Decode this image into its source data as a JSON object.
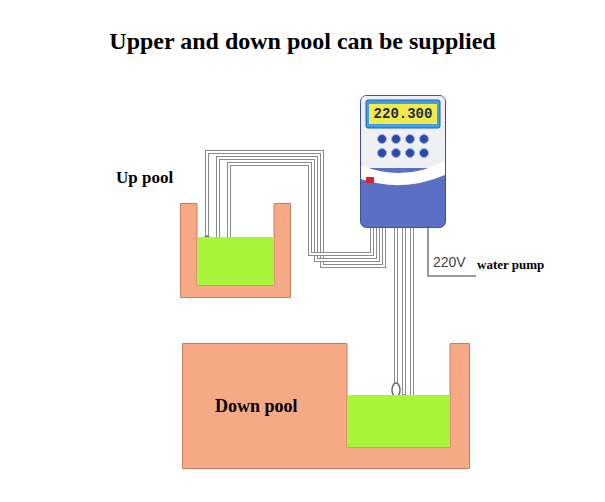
{
  "diagram": {
    "title": "Upper and down pool can be supplied",
    "nodes": [
      {
        "text": [
          "220.300"
        ]
      },
      {
        "text": [
          "Up pool"
        ]
      },
      {
        "text": [
          "Down pool"
        ]
      }
    ],
    "edges": [
      {
        "from": 0,
        "to": 1,
        "arrow": "none"
      },
      {
        "from": 0,
        "to": 2,
        "arrow": "none"
      }
    ],
    "labels": [
      "220V",
      "water pump"
    ]
  }
}
